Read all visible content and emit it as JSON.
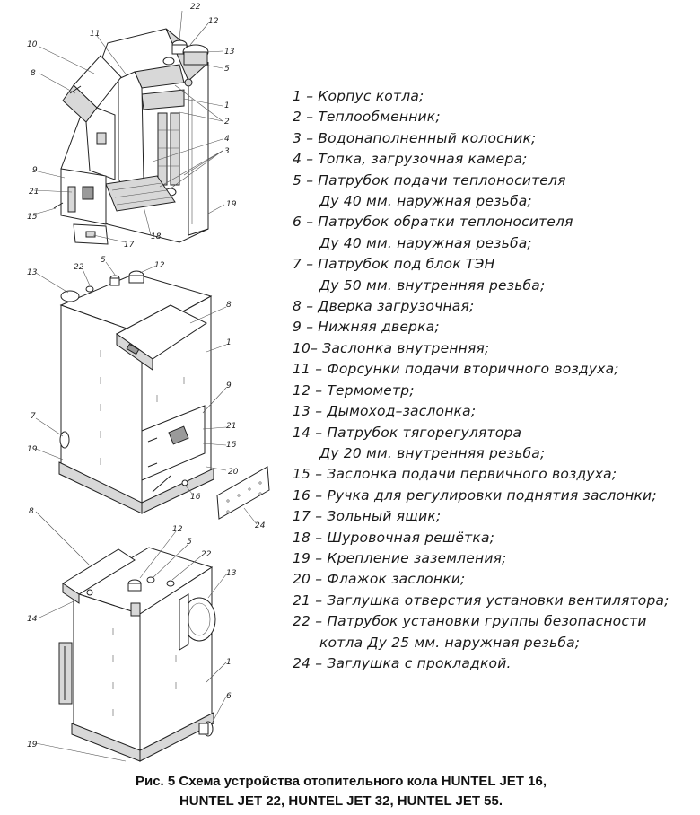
{
  "legend": [
    {
      "text": "1 – Корпус котла;"
    },
    {
      "text": "2 – Теплообменник;"
    },
    {
      "text": "3 – Водонаполненный колосник;"
    },
    {
      "text": "4 – Топка, загрузочная камера;"
    },
    {
      "text": "5 – Патрубок подачи теплоносителя"
    },
    {
      "text": "Ду 40 мм. наружная резьба;",
      "continuation": true
    },
    {
      "text": "6 – Патрубок обратки теплоносителя"
    },
    {
      "text": "Ду 40 мм. наружная резьба;",
      "continuation": true
    },
    {
      "text": "7 – Патрубок под блок ТЭН"
    },
    {
      "text": "Ду 50 мм. внутренняя резьба;",
      "continuation": true
    },
    {
      "text": "8 – Дверка загрузочная;"
    },
    {
      "text": "9 – Нижняя дверка;"
    },
    {
      "text": "10– Заслонка внутренняя;"
    },
    {
      "text": "11 – Форсунки подачи вторичного воздуха;"
    },
    {
      "text": "12 – Термометр;"
    },
    {
      "text": "13 – Дымоход–заслонка;"
    },
    {
      "text": "14 – Патрубок тягорегулятора"
    },
    {
      "text": "Ду 20 мм. внутренняя резьба;",
      "continuation": true
    },
    {
      "text": "15 – Заслонка подачи первичного воздуха;"
    },
    {
      "text": "16 – Ручка для регулировки поднятия заслонки;"
    },
    {
      "text": "17 – Зольный ящик;"
    },
    {
      "text": "18 – Шуровочная решётка;"
    },
    {
      "text": "19 – Крепление заземления;"
    },
    {
      "text": "20 – Флажок заслонки;"
    },
    {
      "text": "21 – Заглушка отверстия установки вентилятора;"
    },
    {
      "text": "22 – Патрубок установки группы безопасности"
    },
    {
      "text": "котла Ду 25 мм. наружная резьба;",
      "continuation": true
    },
    {
      "text": "24 – Заглушка с прокладкой."
    }
  ],
  "caption": {
    "line1": "Рис. 5 Схема устройства отопительного кола HUNTEL JET 16,",
    "line2": "HUNTEL JET 22, HUNTEL JET 32, HUNTEL JET 55."
  },
  "callouts": {
    "top": [
      "22",
      "12",
      "13",
      "5",
      "10",
      "11",
      "8",
      "1",
      "2",
      "4",
      "3",
      "9",
      "21",
      "15",
      "17",
      "18",
      "19"
    ],
    "middle": [
      "13",
      "22",
      "5",
      "12",
      "8",
      "1",
      "9",
      "7",
      "21",
      "15",
      "19",
      "20",
      "16",
      "24"
    ],
    "bottom": [
      "8",
      "12",
      "5",
      "22",
      "13",
      "14",
      "1",
      "6",
      "19"
    ]
  }
}
